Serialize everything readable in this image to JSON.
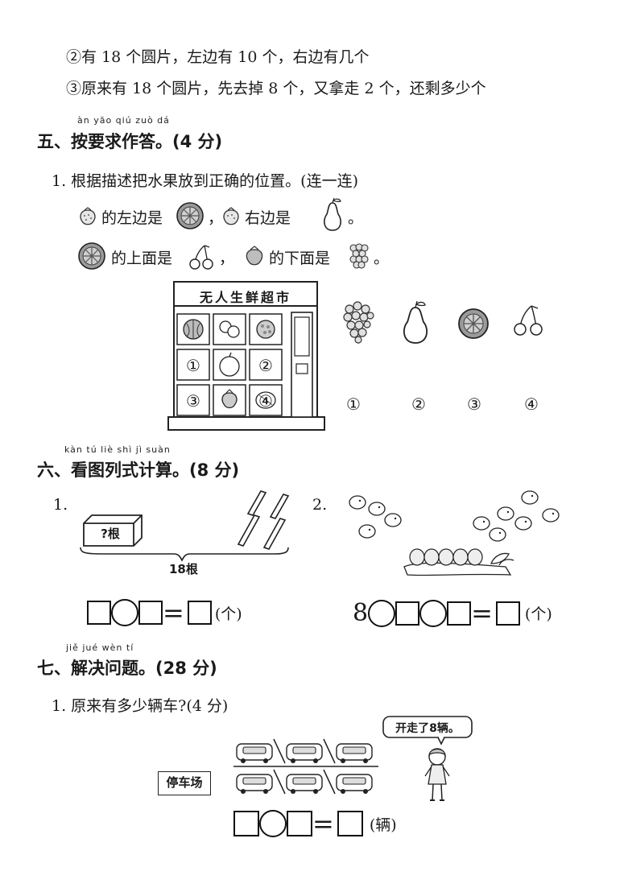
{
  "q4": {
    "item2": "②有 18 个圆片，左边有 10 个，右边有几个",
    "item3": "③原来有 18 个圆片，先去掉 8 个，又拿走 2 个，还剩多少个"
  },
  "sec5": {
    "pinyin": "àn yāo qiú zuò dá",
    "title": "五、按要求作答。(4 分)",
    "q1": "1. 根据描述把水果放到正确的位置。(连一连)",
    "clue1_a": "的左边是",
    "clue1_sep": "，",
    "clue1_b": "右边是",
    "clue1_end": "。",
    "clue2_a": "的上面是",
    "clue2_sep": "，",
    "clue2_b": "的下面是",
    "clue2_end": "。",
    "store_sign": "无人生鲜超市",
    "shelf_labels": [
      "①",
      "②",
      "③",
      "④"
    ],
    "option_labels": [
      "①",
      "②",
      "③",
      "④"
    ]
  },
  "sec6": {
    "pinyin": "kàn tú liè shì jì suàn",
    "title": "六、看图列式计算。(8 分)",
    "p1_num": "1.",
    "box_label": "?根",
    "total_label": "18根",
    "unit1": "(个)",
    "p2_num": "2.",
    "p2_start": "8",
    "unit2": "(个)"
  },
  "sec7": {
    "pinyin": "jiě jué wèn tí",
    "title": "七、解决问题。(28 分)",
    "q1": "1. 原来有多少辆车?(4 分)",
    "speech": "开走了8辆。",
    "parking": "停车场",
    "unit": "(辆)"
  }
}
